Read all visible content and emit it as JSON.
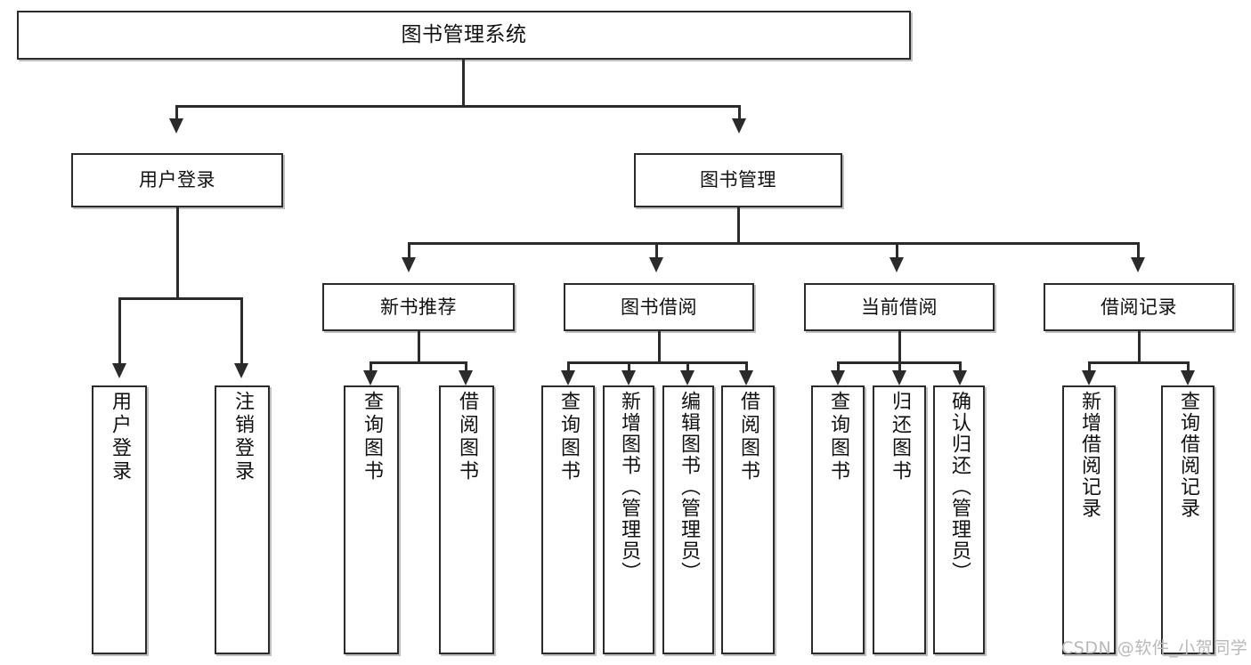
{
  "diagram": {
    "type": "tree-hierarchy-chart",
    "title": "图书管理系统",
    "root": {
      "label": "图书管理系统"
    },
    "level2": [
      {
        "label": "用户登录"
      },
      {
        "label": "图书管理"
      }
    ],
    "level3": [
      {
        "label": "新书推荐"
      },
      {
        "label": "图书借阅"
      },
      {
        "label": "当前借阅"
      },
      {
        "label": "借阅记录"
      }
    ],
    "leaves": {
      "user_login": [
        {
          "label": "用户登录"
        },
        {
          "label": "注销登录"
        }
      ],
      "new_book_recommend": [
        {
          "label": "查询图书"
        },
        {
          "label": "借阅图书"
        }
      ],
      "book_borrow": [
        {
          "label": "查询图书"
        },
        {
          "label": "新增图书（管理员）"
        },
        {
          "label": "编辑图书（管理员）"
        },
        {
          "label": "借阅图书"
        }
      ],
      "current_borrow": [
        {
          "label": "查询图书"
        },
        {
          "label": "归还图书"
        },
        {
          "label": "确认归还（管理员）"
        }
      ],
      "borrow_record": [
        {
          "label": "新增借阅记录"
        },
        {
          "label": "查询借阅记录"
        }
      ]
    }
  },
  "watermark": {
    "text": "CSDN @软件_小贺同学"
  },
  "colors": {
    "line": "#2b2b2b",
    "box_fill": "#ffffff",
    "text": "#111111",
    "watermark": "#b9b9b9"
  }
}
